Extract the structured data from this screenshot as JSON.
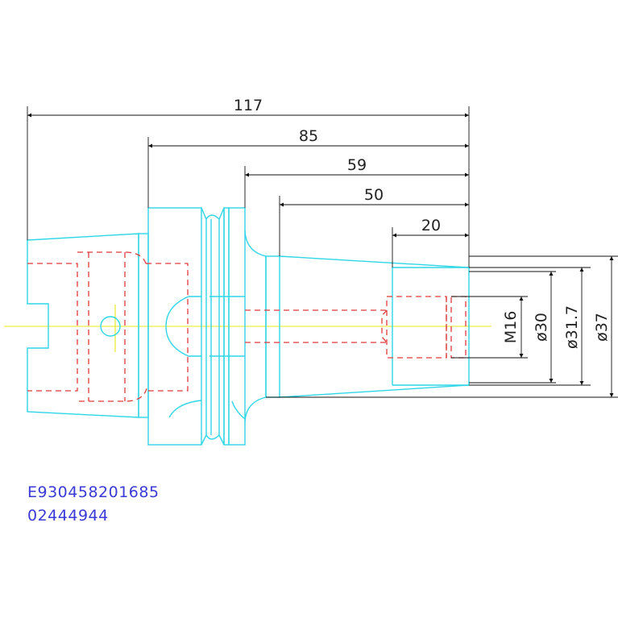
{
  "dimensions": {
    "overall_length": "117",
    "length_85": "85",
    "length_59": "59",
    "length_50": "50",
    "length_20": "20",
    "thread": "M16",
    "dia_30": "ø30",
    "dia_31_7": "ø31.7",
    "dia_37": "ø37"
  },
  "code_lines": [
    "E930458201685",
    "02444944"
  ],
  "colors": {
    "part_outline": "#2fd6e6",
    "hidden_lines": "#e23b3b",
    "dimension_lines": "#111111",
    "center_axis": "#e8e81a",
    "code_text": "#3a3ad8"
  }
}
